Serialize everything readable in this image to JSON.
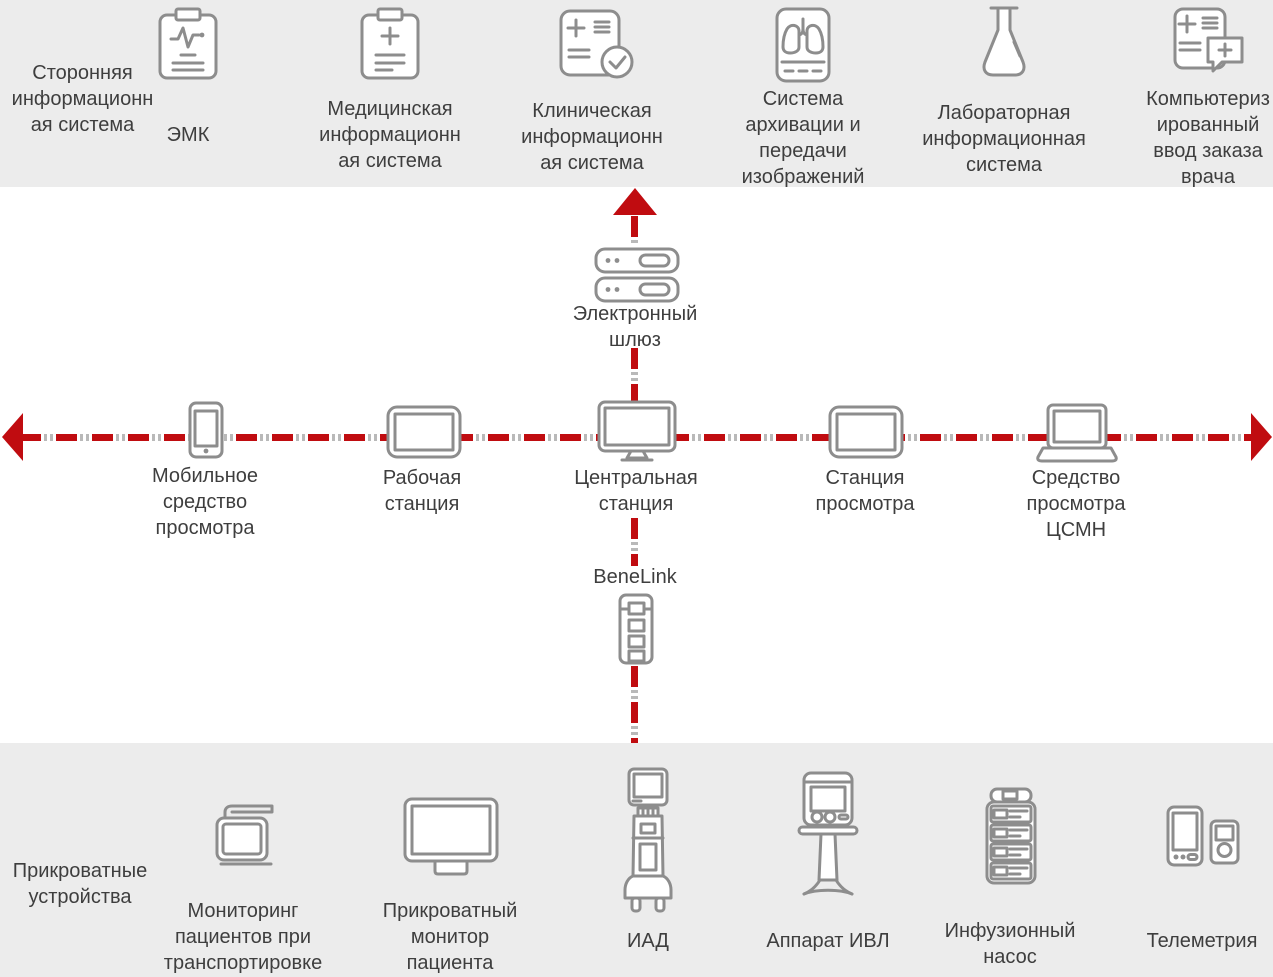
{
  "diagram_title": "BeneLink monitoring network diagram",
  "colors": {
    "band_background": "#ececec",
    "line_red": "#c00c10",
    "line_dot_gray": "#b9b9b9",
    "icon_stroke": "#8d8d8d",
    "text": "#3e3e3e"
  },
  "top_band": {
    "side_label": "Сторонняя\nинформационн\nая система",
    "items": [
      {
        "icon": "clipboard-ecg-icon",
        "label": "ЭМК"
      },
      {
        "icon": "clipboard-plus-icon",
        "label": "Медицинская\nинформационн\nая система"
      },
      {
        "icon": "document-check-icon",
        "label": "Клиническая\nинформационн\nая система"
      },
      {
        "icon": "lungs-imaging-icon",
        "label": "Система\nархивации и\nпередачи\nизображений"
      },
      {
        "icon": "lab-flask-icon",
        "label": "Лабораторная\nинформационная\nсистема"
      },
      {
        "icon": "order-entry-icon",
        "label": "Компьютериз\nированный\nввод заказа\nврача"
      }
    ]
  },
  "network": {
    "gateway_label": "Электронный\nшлюз",
    "benelink_label": "BeneLink",
    "devices": [
      {
        "icon": "smartphone-icon",
        "label": "Мобильное\nсредство\nпросмотра"
      },
      {
        "icon": "tablet-icon",
        "label": "Рабочая\nстанция"
      },
      {
        "icon": "desktop-monitor-icon",
        "label": "Центральная\nстанция"
      },
      {
        "icon": "tablet-icon",
        "label": "Станция\nпросмотра"
      },
      {
        "icon": "laptop-icon",
        "label": "Средство\nпросмотра\nЦСМН"
      }
    ]
  },
  "bottom_band": {
    "side_label": "Прикроватные\nустройства",
    "items": [
      {
        "icon": "transport-monitor-icon",
        "label": "Мониторинг\nпациентов при\nтранспортировке"
      },
      {
        "icon": "bedside-monitor-icon",
        "label": "Прикроватный\nмонитор\nпациента"
      },
      {
        "icon": "nibp-machine-icon",
        "label": "ИАД"
      },
      {
        "icon": "ventilator-icon",
        "label": "Аппарат ИВЛ"
      },
      {
        "icon": "infusion-pump-icon",
        "label": "Инфузионный\nнасос"
      },
      {
        "icon": "telemetry-icon",
        "label": "Телеметрия"
      }
    ]
  }
}
